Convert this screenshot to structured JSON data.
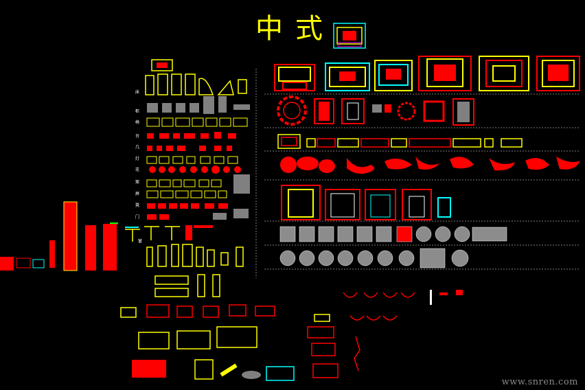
{
  "title": "中式",
  "watermark": "www.snren.com",
  "colors": {
    "background": "#000000",
    "red": "#ff0000",
    "yellow": "#ffff00",
    "cyan": "#00ffff",
    "white": "#ffffff",
    "grey": "#808080",
    "green": "#00ff00",
    "magenta": "#ff00ff"
  },
  "row_labels": [
    "床",
    "柜",
    "椅",
    "台",
    "几",
    "灯",
    "花",
    "案",
    "屏",
    "凳",
    "门",
    "窗"
  ]
}
